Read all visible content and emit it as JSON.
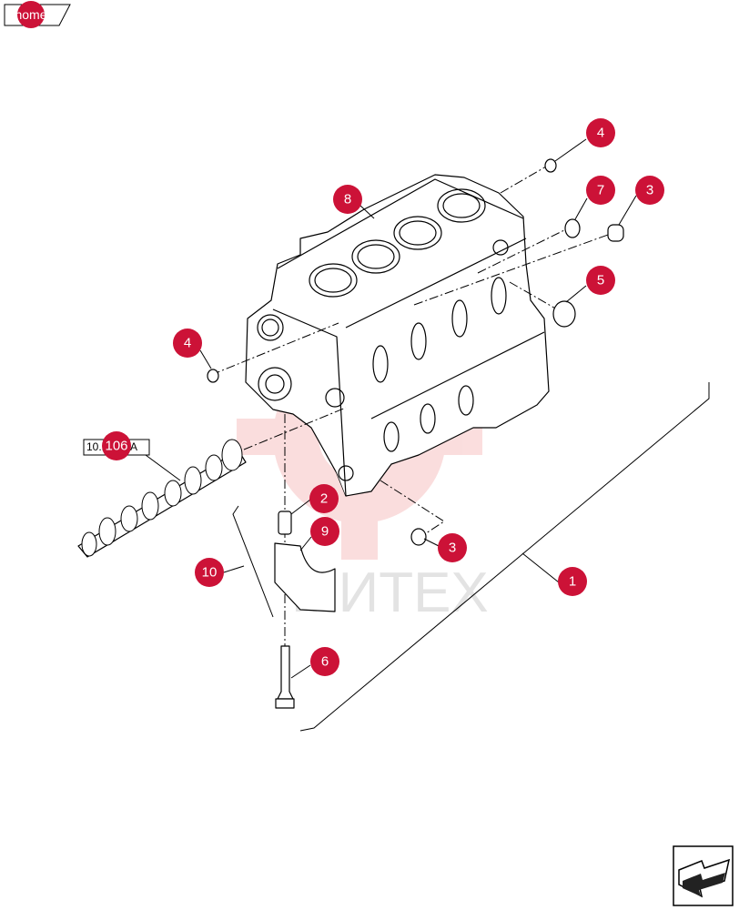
{
  "nav": {
    "home_label": "home"
  },
  "reference": {
    "code": "10.106.AA",
    "callout": "106"
  },
  "watermark": {
    "text": "МИТЕХ"
  },
  "callouts": {
    "c1": "1",
    "c2": "2",
    "c3a": "3",
    "c3b": "3",
    "c4a": "4",
    "c4b": "4",
    "c5": "5",
    "c6": "6",
    "c7": "7",
    "c8": "8",
    "c9": "9",
    "c10": "10"
  },
  "colors": {
    "callout": "#cc1237",
    "watermark": "#f3b9b9"
  },
  "icons": {
    "next_page": "next-page-arrow-icon",
    "watermark_gear": "gear-icon"
  }
}
